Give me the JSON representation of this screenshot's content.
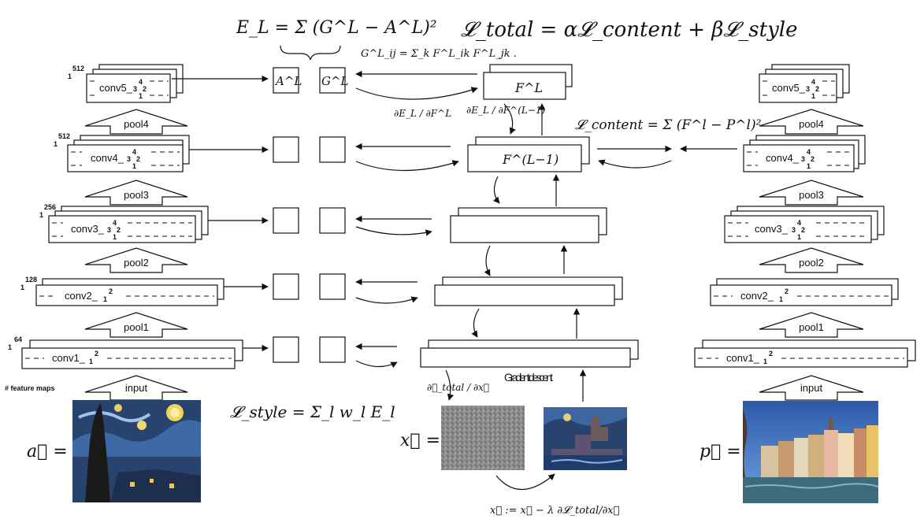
{
  "equations": {
    "style_layer_loss": "E_L = Σ (G^L − A^L)²",
    "total_loss": "𝓛_total = α𝓛_content + β𝓛_style",
    "gram_matrix": "G^L_ij = Σ_k F^L_ik F^L_jk .",
    "content_loss": "𝓛_content = Σ (F^l − P^l)²",
    "style_loss": "𝓛_style = Σ_l w_l E_l",
    "update_rule": "x⃗ := x⃗ − λ ∂𝓛_total/∂x⃗",
    "grad_el_fl": "∂E_L / ∂F^L",
    "grad_el_fl_minus1": "∂E_L / ∂F^(L−1)",
    "grad_total_x": "∂𝓛_total / ∂x⃗"
  },
  "style_network": {
    "channel_counts": [
      "512",
      "512",
      "256",
      "128",
      "64"
    ],
    "channel_start": "1",
    "conv_layers": [
      "conv5_",
      "conv4_",
      "conv3_",
      "conv2_",
      "conv1_"
    ],
    "pool_layers": [
      "pool4",
      "pool3",
      "pool2",
      "pool1"
    ],
    "input_label": "input",
    "feature_maps_label": "# feature maps",
    "image_variable": "a⃗ ="
  },
  "content_network": {
    "conv_layers": [
      "conv5_",
      "conv4_",
      "conv3_",
      "conv2_",
      "conv1_"
    ],
    "pool_layers": [
      "pool4",
      "pool3",
      "pool2",
      "pool1"
    ],
    "input_label": "input",
    "image_variable": "p⃗ ="
  },
  "middle": {
    "feature_labels": [
      "F^L",
      "F^(L−1)"
    ],
    "matrix_labels": [
      "A^L",
      "G^L"
    ],
    "gradient_descent_label": "Gradient descent",
    "image_variable": "x⃗ ="
  },
  "colors": {
    "ink": "#111111",
    "background": "#ffffff",
    "night_sky": "#27436e",
    "sky_blue": "#4f8fd8",
    "noise_gray": "#8a8a8a"
  }
}
